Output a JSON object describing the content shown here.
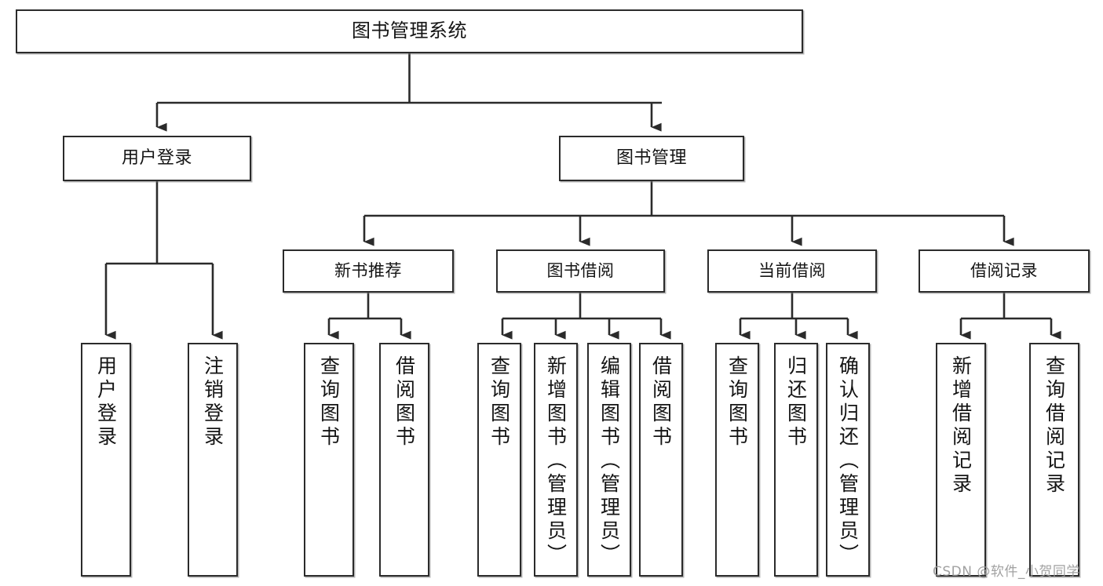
{
  "diagram": {
    "type": "tree-hierarchy",
    "orientation": "top-down",
    "title": "图书管理系统",
    "edge_style": "orthogonal-with-arrowheads",
    "colors": {
      "background": "#ffffff",
      "box_fill": "#ffffff",
      "box_border": "#2b2b2b",
      "connector": "#2b2b2b",
      "text": "#141414",
      "watermark": "#9a9a9a"
    },
    "root": {
      "label": "图书管理系统"
    },
    "level1": [
      {
        "id": "user-login",
        "label": "用户登录"
      },
      {
        "id": "book-manage",
        "label": "图书管理"
      }
    ],
    "level2": [
      {
        "id": "new-book-recommend",
        "label": "新书推荐",
        "parent": "book-manage"
      },
      {
        "id": "book-borrow",
        "label": "图书借阅",
        "parent": "book-manage"
      },
      {
        "id": "current-borrow",
        "label": "当前借阅",
        "parent": "book-manage"
      },
      {
        "id": "borrow-record",
        "label": "借阅记录",
        "parent": "book-manage"
      }
    ],
    "leaves": [
      {
        "id": "leaf-user-login",
        "label": "用户登录",
        "parent": "user-login"
      },
      {
        "id": "leaf-logout-login",
        "label": "注销登录",
        "parent": "user-login"
      },
      {
        "id": "leaf-query-book-1",
        "label": "查询图书",
        "parent": "new-book-recommend"
      },
      {
        "id": "leaf-borrow-book-1",
        "label": "借阅图书",
        "parent": "new-book-recommend"
      },
      {
        "id": "leaf-query-book-2",
        "label": "查询图书",
        "parent": "book-borrow"
      },
      {
        "id": "leaf-add-book-admin",
        "label": "新增图书（管理员）",
        "parent": "book-borrow"
      },
      {
        "id": "leaf-edit-book-admin",
        "label": "编辑图书（管理员）",
        "parent": "book-borrow"
      },
      {
        "id": "leaf-borrow-book-2",
        "label": "借阅图书",
        "parent": "book-borrow"
      },
      {
        "id": "leaf-query-book-3",
        "label": "查询图书",
        "parent": "current-borrow"
      },
      {
        "id": "leaf-return-book",
        "label": "归还图书",
        "parent": "current-borrow"
      },
      {
        "id": "leaf-confirm-return-admin",
        "label": "确认归还（管理员）",
        "parent": "current-borrow"
      },
      {
        "id": "leaf-add-record",
        "label": "新增借阅记录",
        "parent": "borrow-record"
      },
      {
        "id": "leaf-query-record",
        "label": "查询借阅记录",
        "parent": "borrow-record"
      }
    ]
  },
  "watermark": {
    "text": "CSDN @软件_小贺同学"
  }
}
